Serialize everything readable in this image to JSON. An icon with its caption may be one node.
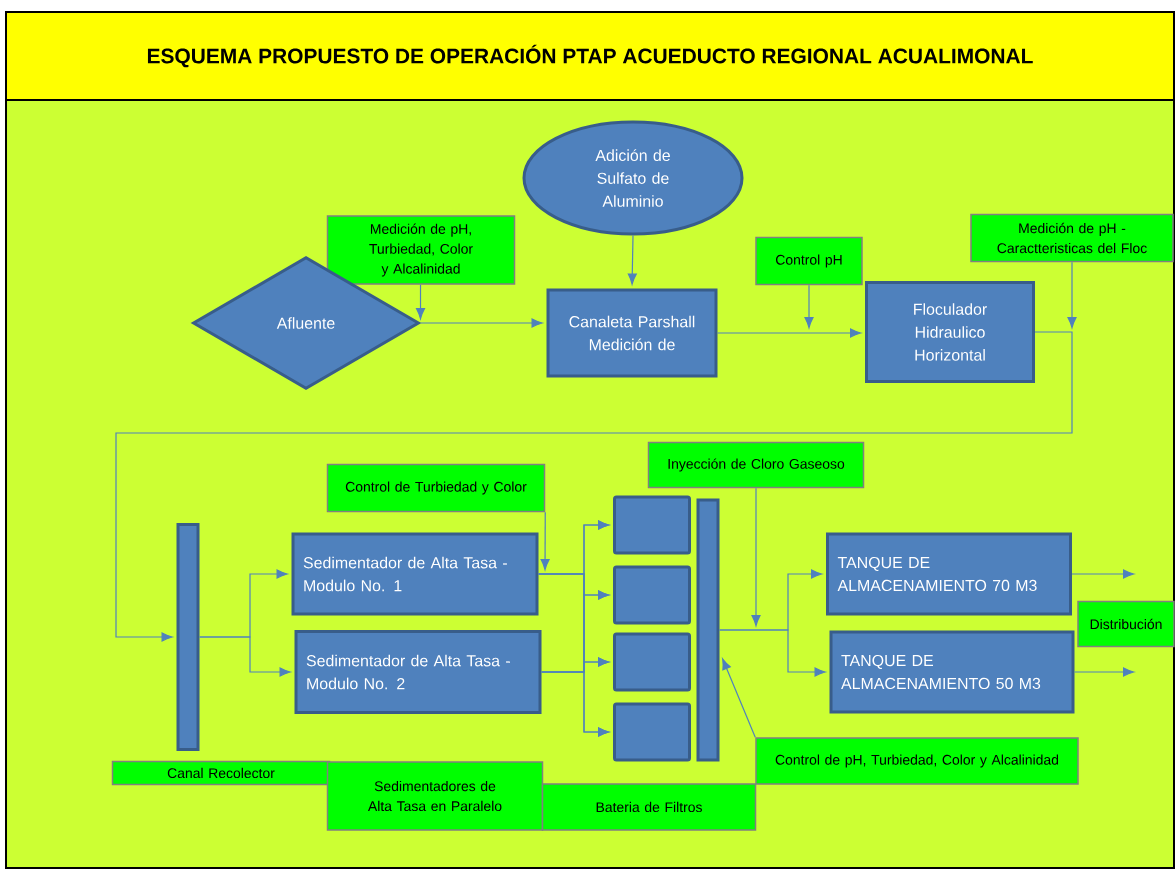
{
  "diagram": {
    "title": "ESQUEMA PROPUESTO DE OPERACIÓN PTAP ACUEDUCTO REGIONAL ACUALIMONAL",
    "nodes": [
      {
        "text": [
          "Adición de Sulfato de Aluminio"
        ]
      },
      {
        "text": [
          "Medición de pH, Turbiedad, Color y Alcalinidad"
        ]
      },
      {
        "text": [
          "Medición de pH - Caractteristicas del Floc"
        ]
      },
      {
        "text": [
          "Control pH"
        ]
      },
      {
        "text": [
          "Afluente"
        ]
      },
      {
        "text": [
          "Canaleta Parshall Medición de"
        ]
      },
      {
        "text": [
          "Floculador Hidraulico Horizontal"
        ]
      },
      {
        "text": [
          "Inyección de Cloro Gaseoso"
        ]
      },
      {
        "text": [
          "Control de Turbiedad y Color"
        ]
      },
      {
        "text": [],
        "shape": "box"
      },
      {
        "text": [],
        "shape": "bar"
      },
      {
        "text": [],
        "shape": "box"
      },
      {
        "text": [],
        "shape": "bar"
      },
      {
        "text": [
          "Sedimentador de Alta Tasa - Modulo No. 1"
        ]
      },
      {
        "text": [
          "TANQUE DE ALMACENAMIENTO 70 M3"
        ]
      },
      {
        "text": [
          "Distribución"
        ]
      },
      {
        "text": [
          "Sedimentador de Alta Tasa - Modulo No. 2"
        ]
      },
      {
        "text": [
          "TANQUE DE ALMACENAMIENTO 50 M3"
        ]
      },
      {
        "text": [],
        "shape": "box"
      },
      {
        "text": [],
        "shape": "box"
      },
      {
        "text": [
          "Control de pH, Turbiedad, Color y Alcalinidad"
        ]
      },
      {
        "text": [
          "Canal Recolector"
        ]
      },
      {
        "text": [
          "Sedimentadores de Alta Tasa en Paralelo"
        ]
      },
      {
        "text": [
          "Bateria de Filtros"
        ]
      }
    ],
    "edges": [
      {
        "from": 4,
        "to": 5,
        "arrow": "to"
      },
      {
        "from": 1,
        "to": 4,
        "arrow": "to"
      },
      {
        "from": 0,
        "to": 5,
        "arrow": "to"
      },
      {
        "from": 5,
        "to": 6,
        "arrow": "to"
      },
      {
        "from": 3,
        "to": null,
        "arrow": "to"
      },
      {
        "from": 2,
        "to": null,
        "arrow": "to"
      },
      {
        "from": 6,
        "to": 10,
        "arrow": "to"
      },
      {
        "from": 10,
        "to": 13,
        "arrow": "to"
      },
      {
        "from": 10,
        "to": 16,
        "arrow": "to"
      },
      {
        "from": 8,
        "to": 13,
        "arrow": "to"
      },
      {
        "from": 13,
        "to": 9,
        "arrow": "to"
      },
      {
        "from": 13,
        "to": 11,
        "arrow": "to"
      },
      {
        "from": 13,
        "to": 18,
        "arrow": "to"
      },
      {
        "from": 13,
        "to": 19,
        "arrow": "to"
      },
      {
        "from": 16,
        "to": 9,
        "arrow": "to"
      },
      {
        "from": 16,
        "to": 11,
        "arrow": "to"
      },
      {
        "from": 16,
        "to": 18,
        "arrow": "to"
      },
      {
        "from": 16,
        "to": 19,
        "arrow": "to"
      },
      {
        "from": 7,
        "to": null,
        "arrow": "to"
      },
      {
        "from": 12,
        "to": 14,
        "arrow": "to"
      },
      {
        "from": 12,
        "to": 17,
        "arrow": "to"
      },
      {
        "from": 20,
        "to": 12,
        "arrow": "to"
      },
      {
        "from": 14,
        "to": null,
        "arrow": "to"
      },
      {
        "from": 17,
        "to": null,
        "arrow": "to"
      }
    ]
  }
}
